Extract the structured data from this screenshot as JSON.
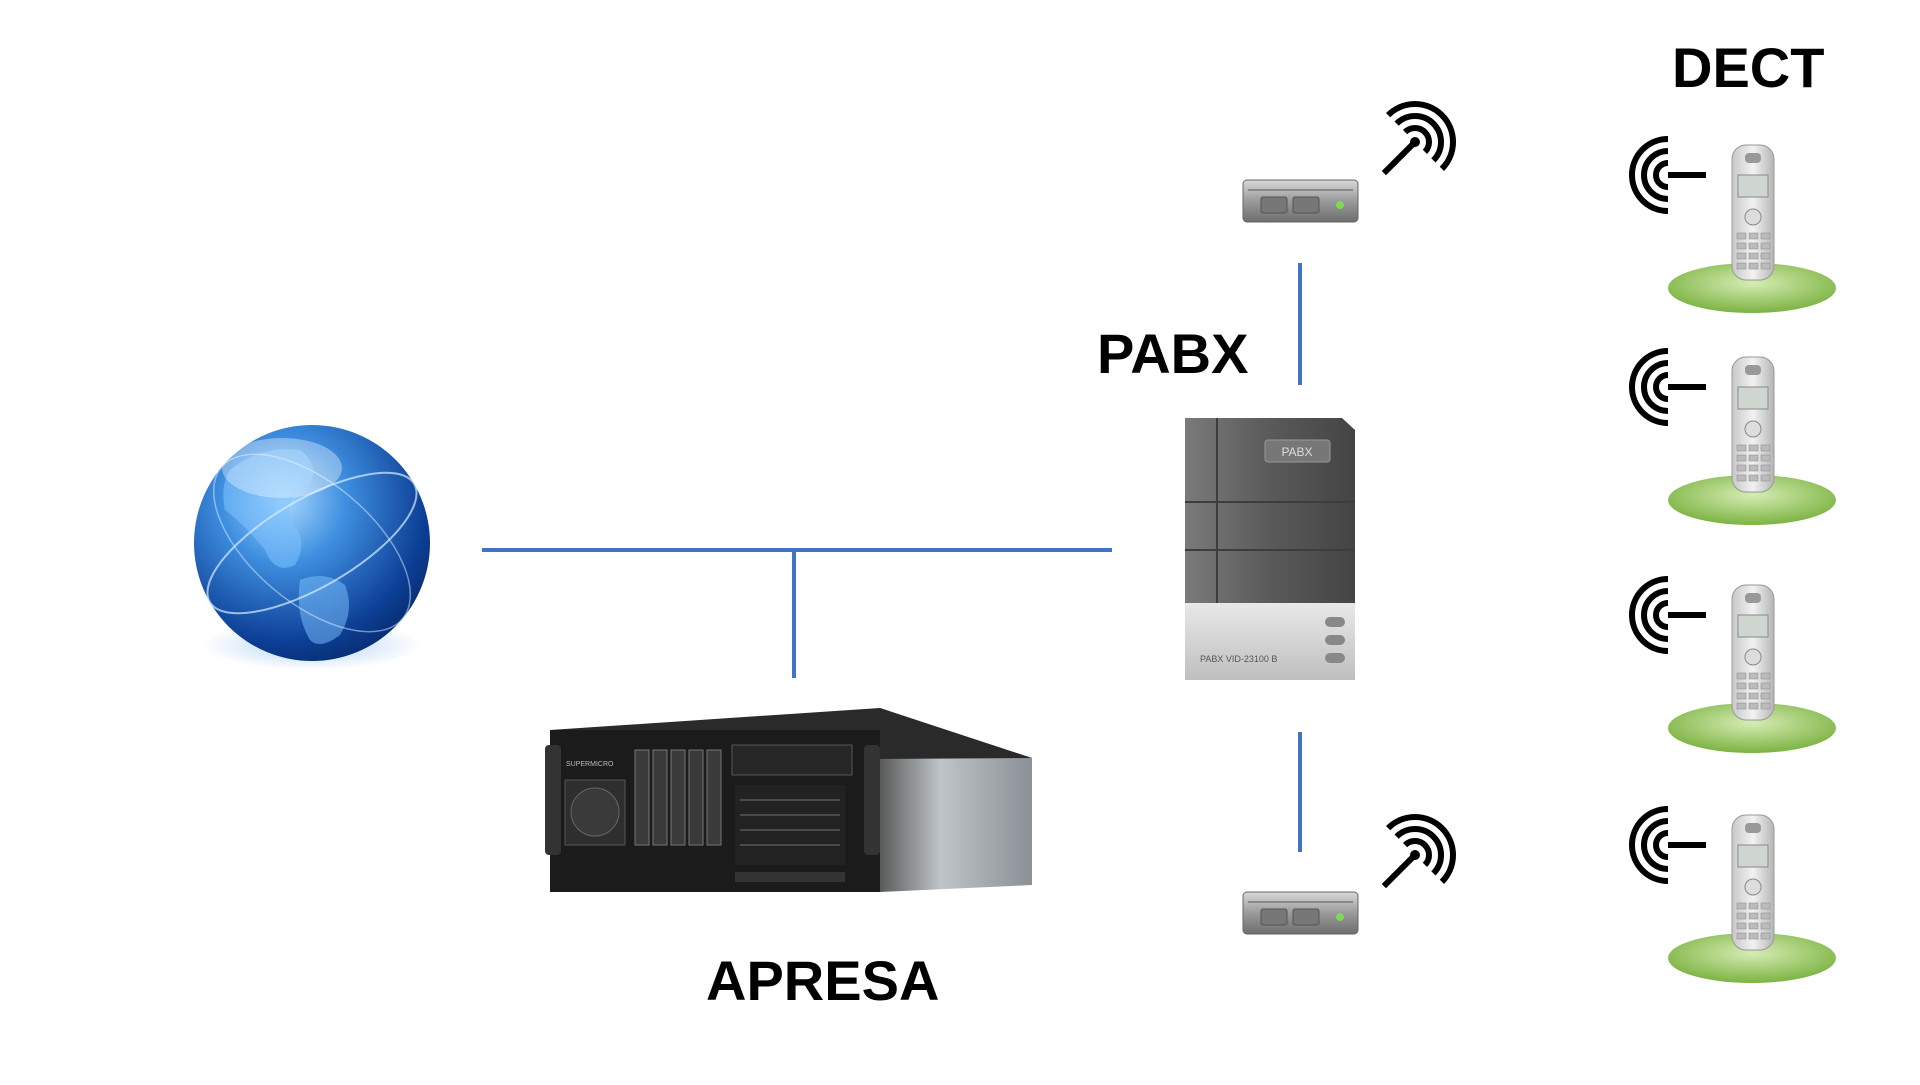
{
  "labels": {
    "dect": "DECT",
    "pabx": "PABX",
    "apresa": "APRESA"
  },
  "devices": {
    "pabx_badge": "PABX",
    "pabx_model": "PABX VID-23100 B",
    "server_brand": "SUPERMICRO"
  },
  "colors": {
    "link": "#4472c4",
    "globe": "#1f5fb8",
    "handset_base": "#8bc34a",
    "signal": "#000000"
  },
  "icons": {
    "internet": "globe-icon",
    "recorder": "rack-server-icon",
    "pbx": "tower-server-icon",
    "base_station": "dect-base-station-icon",
    "handset": "dect-handset-icon",
    "signal": "wireless-signal-icon"
  }
}
